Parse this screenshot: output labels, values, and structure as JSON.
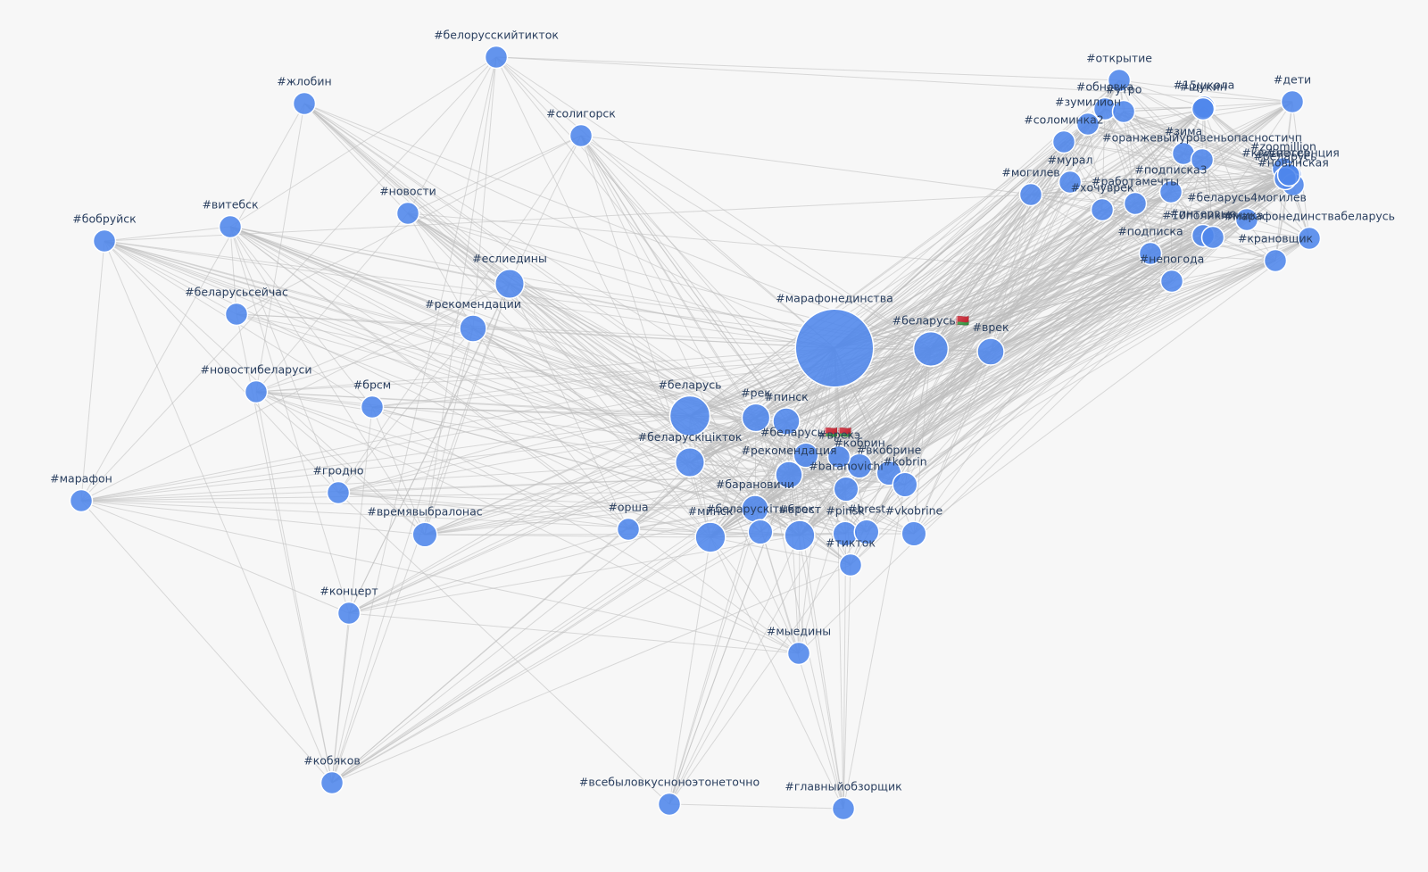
{
  "graph": {
    "colors": {
      "node": "#4f86ec",
      "edge": "#bdbdbd",
      "label": "#2a3f5f",
      "background": "#f7f7f7"
    },
    "nodes": [
      {
        "id": "n1",
        "label": "#белорусскийтикток",
        "size": 1
      },
      {
        "id": "n2",
        "label": "#жлобин",
        "size": 1
      },
      {
        "id": "n3",
        "label": "#солигорск",
        "size": 1
      },
      {
        "id": "n4",
        "label": "#новости",
        "size": 1
      },
      {
        "id": "n5",
        "label": "#витебск",
        "size": 1
      },
      {
        "id": "n6",
        "label": "#бобруйск",
        "size": 1
      },
      {
        "id": "n7",
        "label": "#еслиедины",
        "size": 1.3
      },
      {
        "id": "n8",
        "label": "#беларусьсейчас",
        "size": 1
      },
      {
        "id": "n9",
        "label": "#рекомендации",
        "size": 1.2
      },
      {
        "id": "n10",
        "label": "#новостибеларуси",
        "size": 1
      },
      {
        "id": "n11",
        "label": "#брсм",
        "size": 1
      },
      {
        "id": "n12",
        "label": "#марафон",
        "size": 1
      },
      {
        "id": "n13",
        "label": "#гродно",
        "size": 1
      },
      {
        "id": "n14",
        "label": "#времявыбралонас",
        "size": 1.1
      },
      {
        "id": "n15",
        "label": "#концерт",
        "size": 1
      },
      {
        "id": "n16",
        "label": "#кобяков",
        "size": 1
      },
      {
        "id": "n17",
        "label": "#марафонединства",
        "size": 3.5
      },
      {
        "id": "n18",
        "label": "#беларусь🇧🇾",
        "size": 1.55
      },
      {
        "id": "n19",
        "label": "#врек",
        "size": 1.2
      },
      {
        "id": "n20",
        "label": "#беларусь",
        "size": 1.8
      },
      {
        "id": "n21",
        "label": "#рек",
        "size": 1.25
      },
      {
        "id": "n22",
        "label": "#пинск",
        "size": 1.2
      },
      {
        "id": "n23",
        "label": "#беларускіцікток",
        "size": 1.3
      },
      {
        "id": "n24",
        "label": "#беларусь🇧🇾🇧🇾",
        "size": 1.1
      },
      {
        "id": "n25",
        "label": "#врекэ",
        "size": 1
      },
      {
        "id": "n26",
        "label": "#кобрин",
        "size": 1.1
      },
      {
        "id": "n27",
        "label": "#рекомендация",
        "size": 1.2
      },
      {
        "id": "n28",
        "label": "#вкобрине",
        "size": 1.1
      },
      {
        "id": "n29",
        "label": "#baranovichi",
        "size": 1.1
      },
      {
        "id": "n30",
        "label": "#kobrin",
        "size": 1.1
      },
      {
        "id": "n31",
        "label": "#барановичи",
        "size": 1.2
      },
      {
        "id": "n32",
        "label": "#беларускітыкток",
        "size": 1.1
      },
      {
        "id": "n33",
        "label": "#минск",
        "size": 1.35
      },
      {
        "id": "n34",
        "label": "#брест",
        "size": 1.35
      },
      {
        "id": "n35",
        "label": "#pinsk",
        "size": 1.1
      },
      {
        "id": "n36",
        "label": "#brest",
        "size": 1.1
      },
      {
        "id": "n37",
        "label": "#vkobrine",
        "size": 1.1
      },
      {
        "id": "n38",
        "label": "#орша",
        "size": 1
      },
      {
        "id": "n39",
        "label": "#тикток",
        "size": 1
      },
      {
        "id": "n40",
        "label": "#мыедины",
        "size": 1
      },
      {
        "id": "n41",
        "label": "#всебыловкусноноэтонеточно",
        "size": 1
      },
      {
        "id": "n42",
        "label": "#главныйобзорщик",
        "size": 1
      },
      {
        "id": "n43",
        "label": "#открытие",
        "size": 1
      },
      {
        "id": "n44",
        "label": "#обновка",
        "size": 1
      },
      {
        "id": "n45",
        "label": "#утро",
        "size": 1
      },
      {
        "id": "n46",
        "label": "#15школа",
        "size": 1
      },
      {
        "id": "n47",
        "label": "#щукин",
        "size": 1
      },
      {
        "id": "n48",
        "label": "#дети",
        "size": 1
      },
      {
        "id": "n49",
        "label": "#зумилион",
        "size": 1
      },
      {
        "id": "n50",
        "label": "#соломинка2",
        "size": 1
      },
      {
        "id": "n51",
        "label": "#зима",
        "size": 1
      },
      {
        "id": "n52",
        "label": "#оранжевыйуровеньопасностичп",
        "size": 1
      },
      {
        "id": "n53",
        "label": "#zoomillion",
        "size": 1
      },
      {
        "id": "n54",
        "label": "#квинтэссенция",
        "size": 1
      },
      {
        "id": "n55",
        "label": "#новинская",
        "size": 1
      },
      {
        "id": "n56",
        "label": "#беларусь",
        "size": 1
      },
      {
        "id": "n57",
        "label": "#ветер",
        "size": 1
      },
      {
        "id": "n58",
        "label": "#мурал",
        "size": 1
      },
      {
        "id": "n59",
        "label": "#подписка3",
        "size": 1
      },
      {
        "id": "n60",
        "label": "#могилев",
        "size": 1
      },
      {
        "id": "n61",
        "label": "#работамечты",
        "size": 1
      },
      {
        "id": "n62",
        "label": "#хочуврек",
        "size": 1
      },
      {
        "id": "n63",
        "label": "#беларусь4могилев",
        "size": 1
      },
      {
        "id": "n64",
        "label": "#интервью",
        "size": 1
      },
      {
        "id": "n65",
        "label": "#марафонединствабеларусь",
        "size": 1
      },
      {
        "id": "n66",
        "label": "#подписка",
        "size": 1
      },
      {
        "id": "n67",
        "label": "#10поликлиника",
        "size": 1
      },
      {
        "id": "n68",
        "label": "#крановщик",
        "size": 1
      },
      {
        "id": "n69",
        "label": "#непогода",
        "size": 1
      }
    ]
  }
}
